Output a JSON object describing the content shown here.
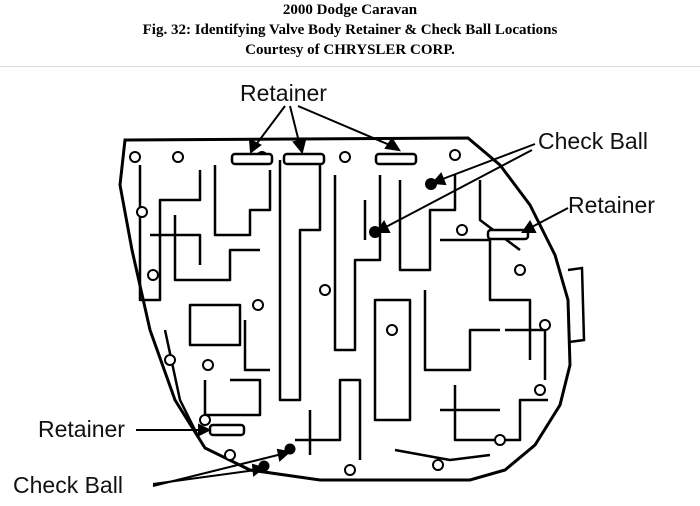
{
  "header": {
    "line1": "2000 Dodge Caravan",
    "line2": "Fig. 32: Identifying Valve Body Retainer & Check Ball Locations",
    "line3": "Courtesy of CHRYSLER CORP."
  },
  "callouts": {
    "retainer_top": "Retainer",
    "check_ball_top_right": "Check Ball",
    "retainer_right": "Retainer",
    "retainer_left": "Retainer",
    "check_ball_bottom_left": "Check Ball"
  }
}
